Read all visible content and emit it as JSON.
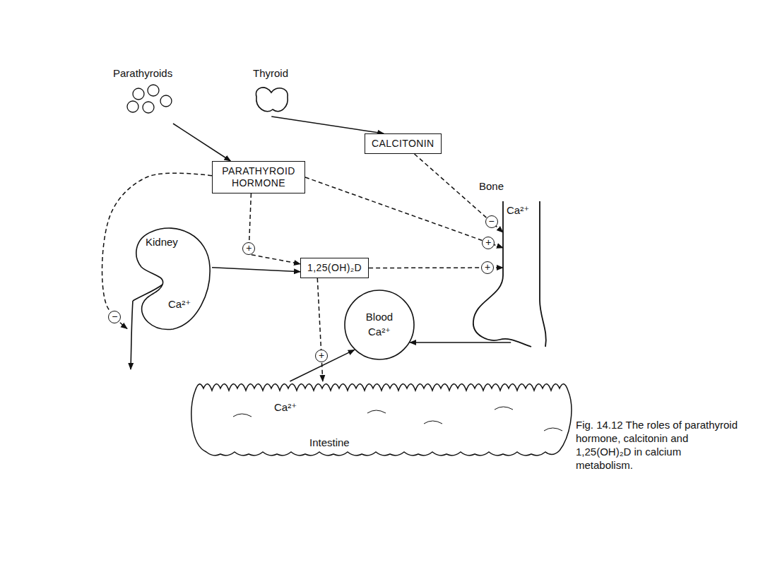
{
  "diagram": {
    "caption": "Fig. 14.12 The roles of parathyroid hormone, calcitonin and 1,25(OH)₂D in calcium metabolism.",
    "nodes": [
      {
        "text": [
          "Parathyroids"
        ]
      },
      {
        "text": [
          "Thyroid"
        ]
      },
      {
        "text": [
          "CALCITONIN"
        ]
      },
      {
        "text": [
          "PARATHYROID HORMONE"
        ]
      },
      {
        "text": [
          "Bone",
          "Ca²⁺"
        ]
      },
      {
        "text": [
          "Kidney",
          "Ca²⁺"
        ]
      },
      {
        "text": [
          "1,25(OH)₂D"
        ]
      },
      {
        "text": [
          "Blood",
          "Ca²⁺"
        ]
      },
      {
        "text": [
          "Ca²⁺",
          "Intestine"
        ]
      }
    ],
    "edges": [
      {
        "from": 0,
        "to": 3,
        "arrow": "to"
      },
      {
        "from": 1,
        "to": 2,
        "arrow": "to"
      },
      {
        "from": 2,
        "to": 4,
        "label": "−",
        "arrow": "to"
      },
      {
        "from": 3,
        "to": 4,
        "label": "+",
        "arrow": "to"
      },
      {
        "from": 3,
        "to": 6,
        "label": "+",
        "arrow": "to"
      },
      {
        "from": 3,
        "to": 5,
        "label": "−",
        "arrow": "to"
      },
      {
        "from": 5,
        "to": 6,
        "arrow": "to"
      },
      {
        "from": 6,
        "to": 4,
        "label": "+",
        "arrow": "to"
      },
      {
        "from": 6,
        "to": 8,
        "label": "+",
        "arrow": "to"
      },
      {
        "from": 4,
        "to": 7,
        "arrow": "to"
      },
      {
        "from": 8,
        "to": 7,
        "arrow": "to"
      }
    ]
  }
}
